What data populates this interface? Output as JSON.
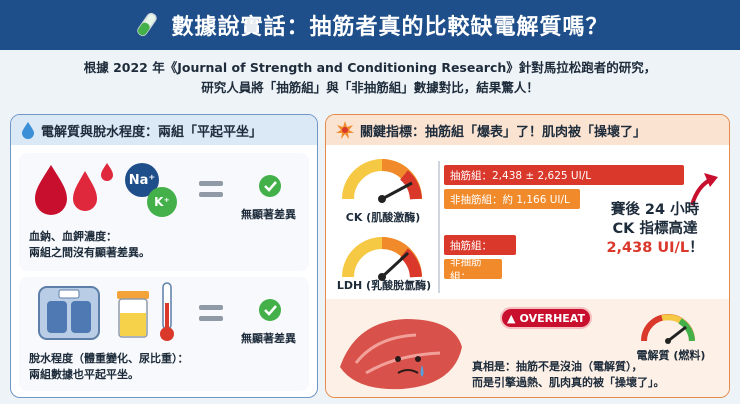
{
  "header": {
    "title": "數據說實話：抽筋者真的比較缺電解質嗎？"
  },
  "intro": {
    "line1": "根據 2022 年《Journal of Strength and Conditioning Research》針對馬拉松跑者的研究，",
    "line2": "研究人員將「抽筋組」與「非抽筋組」數據對比，結果驚人！"
  },
  "left_panel": {
    "title": "電解質與脫水程度：兩組「平起平坐」",
    "card1": {
      "na_label": "Na⁺",
      "k_label": "K⁺",
      "result": "無顯著差異",
      "caption1": "血鈉、血鉀濃度：",
      "caption2": "兩組之間沒有顯著差異。"
    },
    "card2": {
      "result": "無顯著差異",
      "caption1": "脫水程度（體重變化、尿比重）：",
      "caption2": "兩組數據也平起平坐。"
    }
  },
  "right_panel": {
    "title": "關鍵指標：抽筋組「爆表」了！肌肉被「操壞了」",
    "ck": {
      "label": "CK (肌酸激酶)",
      "cramp": "抽筋組：2,438 ± 2,625 UI/L",
      "noncramp": "非抽筋組：約 1,166 UI/L"
    },
    "ldh": {
      "label": "LDH (乳酸脫氫酶)",
      "cramp": "抽筋組：",
      "noncramp": "非抽筋組："
    },
    "callout": {
      "line1": "賽後 24 小時",
      "line2": "CK 指標高達",
      "value": "2,438 UI/L",
      "suffix": "！"
    },
    "overheat": "OVERHEAT",
    "fuel_label": "電解質 (燃料)",
    "truth1": "真相是：抽筋不是沒油（電解質），",
    "truth2": "而是引擎過熱、肌肉真的被「操壞了」。"
  },
  "colors": {
    "header": "#1f4f8a",
    "cramp_bar": "#d9382b",
    "noncramp_bar": "#f08a2a"
  }
}
